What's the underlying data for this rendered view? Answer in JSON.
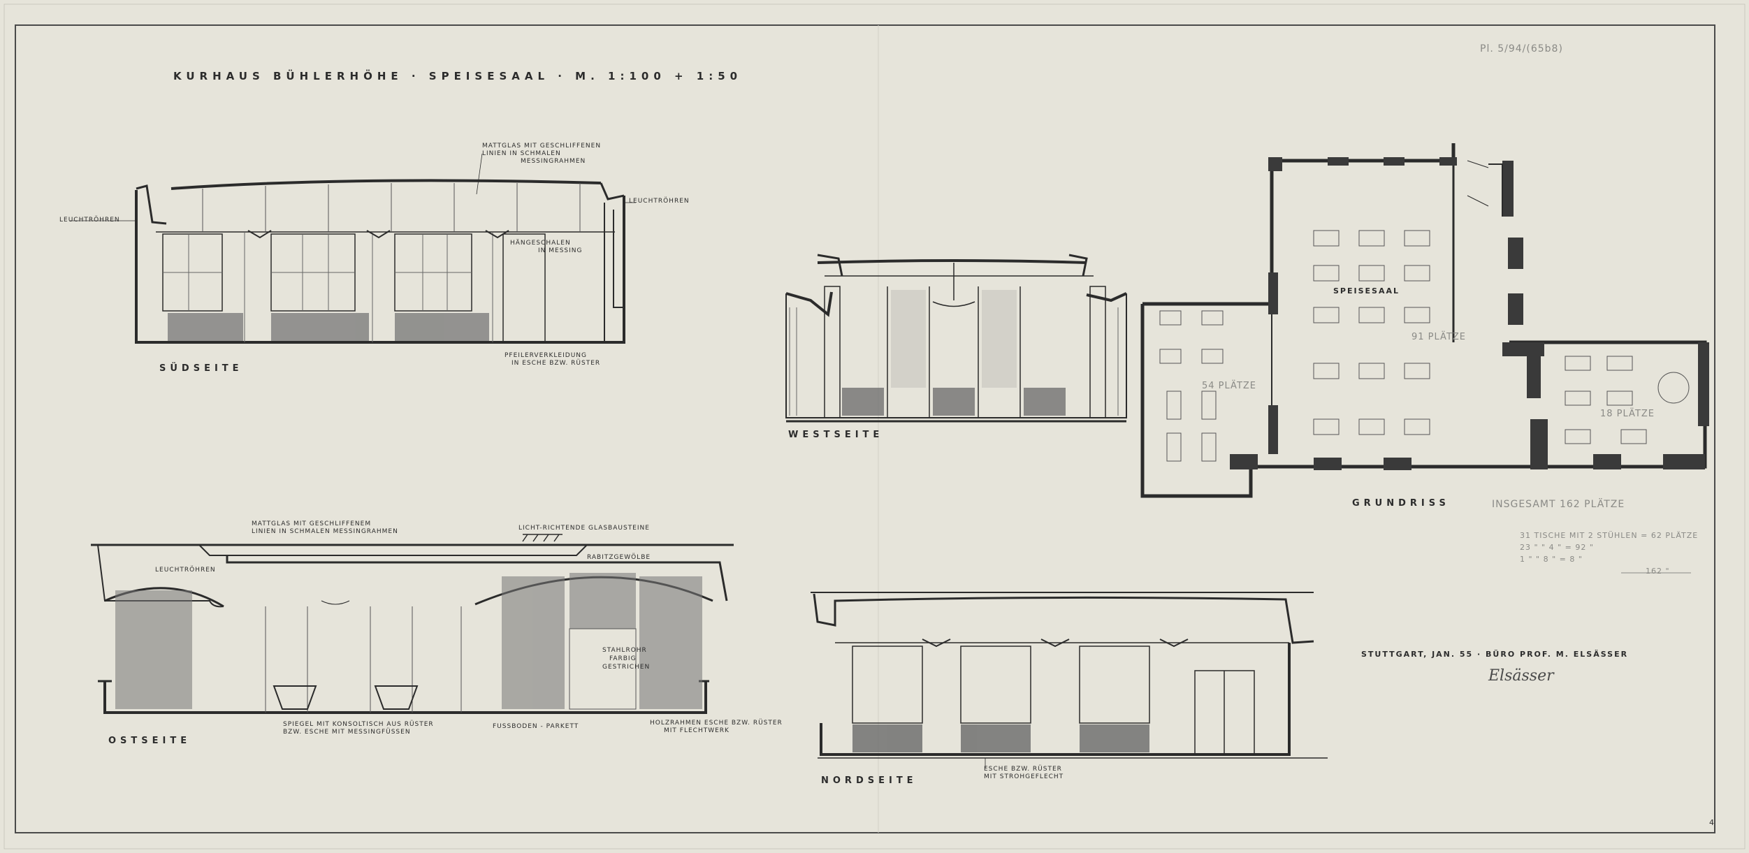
{
  "sheet": {
    "title": "KURHAUS BÜHLERHÖHE · SPEISESAAL · M. 1:100 + 1:50",
    "archive_note": "Pl. 5/94/(65b8)",
    "credit": "STUTTGART, JAN. 55 · BÜRO PROF. M. ELSÄSSER",
    "signature": "Elsässer",
    "sheet_number": "4"
  },
  "views": {
    "sued": "SÜDSEITE",
    "west": "WESTSEITE",
    "ost": "OSTSEITE",
    "nord": "NORDSEITE",
    "grundriss": "GRUNDRISS"
  },
  "annotations": {
    "sued_mattglas": [
      "MATTGLAS MIT GESCHLIFFENEN",
      "LINIEN IN SCHMALEN",
      "MESSINGRAHMEN"
    ],
    "sued_leucht_left": "LEUCHTRÖHREN",
    "sued_leucht_right": "LEUCHTRÖHREN",
    "sued_haenge": [
      "HÄNGESCHALEN",
      "IN MESSING"
    ],
    "sued_pfeiler": [
      "PFEILERVERKLEIDUNG",
      "IN ESCHE BZW. RÜSTER"
    ],
    "ost_mattglas": [
      "MATTGLAS MIT GESCHLIFFENEM",
      "LINIEN IN SCHMALEN MESSINGRAHMEN"
    ],
    "ost_licht": "LICHT-RICHTENDE GLASBAUSTEINE",
    "ost_rabitz": "RABITZGEWÖLBE",
    "ost_leucht": "LEUCHTRÖHREN",
    "ost_stahl": [
      "STAHLROHR",
      "FARBIG",
      "GESTRICHEN"
    ],
    "ost_spiegel": [
      "SPIEGEL MIT KONSOLTISCH AUS RÜSTER",
      "BZW. ESCHE MIT MESSINGFÜSSEN"
    ],
    "ost_fussboden": "FUSSBODEN - PARKETT",
    "ost_holz": [
      "HOLZRAHMEN ESCHE BZW. RÜSTER",
      "MIT FLECHTWERK"
    ],
    "nord_esche": [
      "ESCHE BZW. RÜSTER",
      "MIT STROHGEFLECHT"
    ]
  },
  "plan": {
    "room_label": "SPEISESAAL",
    "main_seats": "91 PLÄTZE",
    "west_seats": "54 PLÄTZE",
    "east_seats": "18 PLÄTZE",
    "total": "INSGESAMT 162 PLÄTZE",
    "calc": [
      "31 TISCHE MIT 2 STÜHLEN = 62 PLÄTZE",
      "23  \"  \"  4   \"  = 92  \"",
      "1  \"  \"  8   \"  =  8  \"",
      "162 \""
    ]
  },
  "colors": {
    "paper": "#e6e4da",
    "ink": "#2b2b2b",
    "pencil": "#8a8a86"
  }
}
